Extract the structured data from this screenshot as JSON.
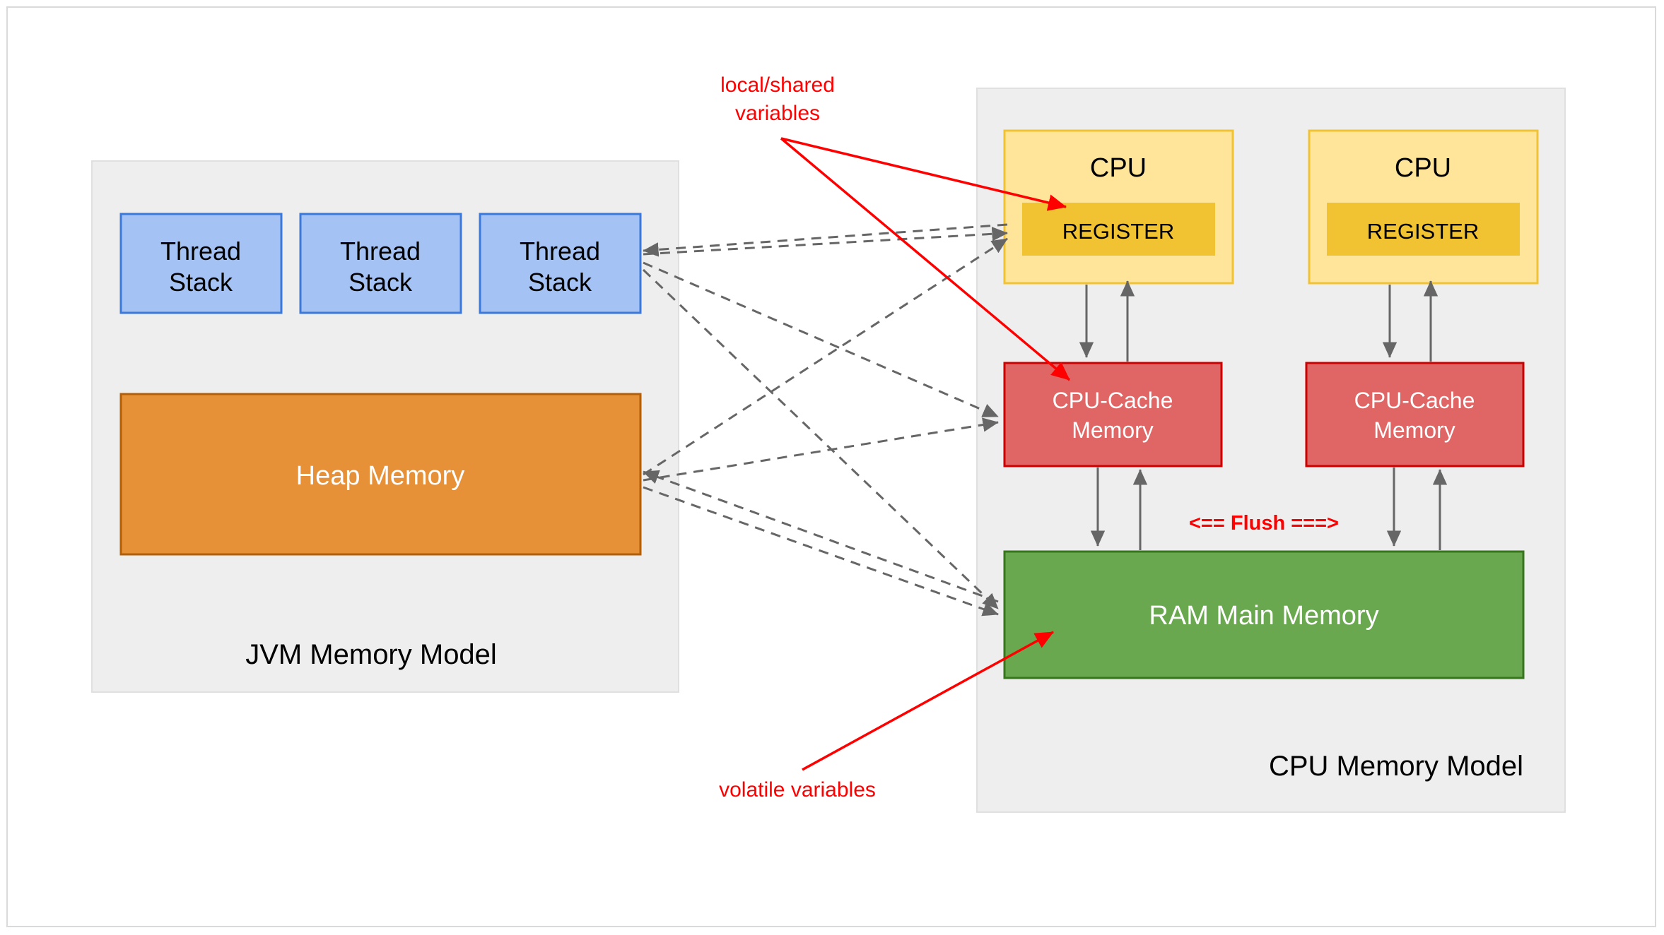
{
  "diagram": {
    "title": "JVM Memory Model and CPU Memory Model",
    "panels": {
      "jvm": {
        "label": "JVM Memory Model",
        "background": "#eeeeee"
      },
      "cpu": {
        "label": "CPU Memory Model",
        "background": "#eeeeee"
      }
    },
    "jvm_boxes": {
      "thread_stacks": [
        {
          "line1": "Thread",
          "line2": "Stack"
        },
        {
          "line1": "Thread",
          "line2": "Stack"
        },
        {
          "line1": "Thread",
          "line2": "Stack"
        }
      ],
      "heap": {
        "label": "Heap Memory"
      }
    },
    "cpu_boxes": {
      "cpus": [
        {
          "label": "CPU",
          "register": "REGISTER"
        },
        {
          "label": "CPU",
          "register": "REGISTER"
        }
      ],
      "caches": [
        {
          "line1": "CPU-Cache",
          "line2": "Memory"
        },
        {
          "line1": "CPU-Cache",
          "line2": "Memory"
        }
      ],
      "ram": {
        "label": "RAM Main Memory"
      }
    },
    "annotations": {
      "local_shared": {
        "line1": "local/shared",
        "line2": "variables"
      },
      "volatile": {
        "label": "volatile variables"
      },
      "flush": {
        "label": "<== Flush ===>"
      }
    },
    "colors": {
      "thread_stack_fill": "#A4C2F4",
      "thread_stack_stroke": "#3C78D8",
      "heap_fill": "#E69138",
      "heap_stroke": "#B45F06",
      "cpu_fill": "#FFE599",
      "cpu_stroke": "#F1C232",
      "register_fill": "#F1C232",
      "cache_fill": "#E06666",
      "cache_stroke": "#CC0000",
      "ram_fill": "#6AA84F",
      "ram_stroke": "#38761D",
      "panel_fill": "#EEEEEE",
      "annotation_red": "#FF0000",
      "connector_gray": "#666666"
    }
  }
}
